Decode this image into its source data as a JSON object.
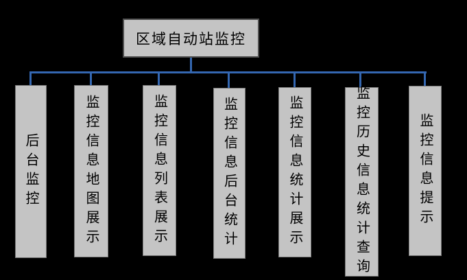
{
  "diagram": {
    "type": "hierarchy-tree",
    "root": {
      "label": "区域自动站监控"
    },
    "children": [
      {
        "label": "后台监控"
      },
      {
        "label": "监控信息地图展示"
      },
      {
        "label": "监控信息列表展示"
      },
      {
        "label": "监控信息后台统计"
      },
      {
        "label": "监控信息统计展示"
      },
      {
        "label": "监控历史信息统计查询"
      },
      {
        "label": "监控信息提示"
      }
    ],
    "colors": {
      "background": "#000000",
      "node_fill": "#c4c4c4",
      "node_border": "#7a7a7a",
      "root_border": "#4e4e4e",
      "connector": "#3467b1",
      "text": "#000000"
    }
  }
}
